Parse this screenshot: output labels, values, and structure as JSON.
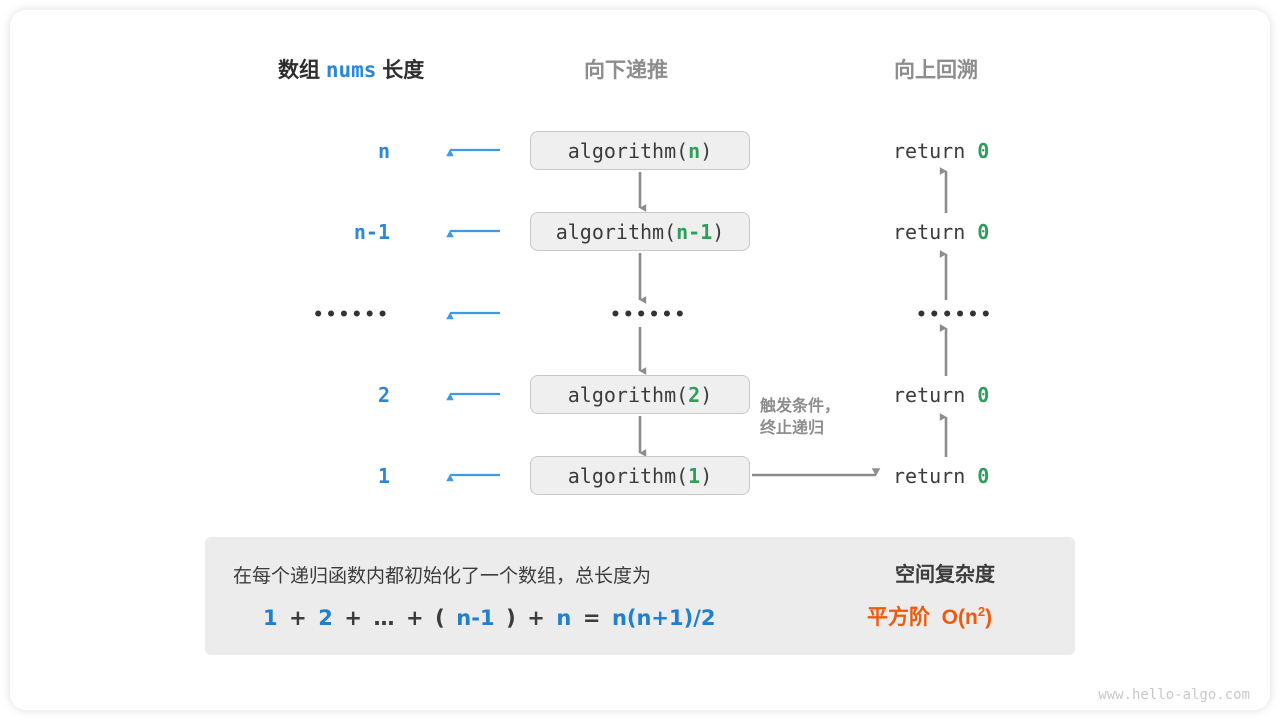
{
  "headers": {
    "left_prefix": "数组",
    "left_code": "nums",
    "left_suffix": "长度",
    "middle": "向下递推",
    "right": "向上回溯"
  },
  "colors": {
    "blue": "#2b87d9",
    "green": "#2e9e5b",
    "orange": "#ef5b0c",
    "gray": "#8d8d8d",
    "dark": "#3c3c3c",
    "panel_bg": "#ececec",
    "box_bg": "#efefef",
    "box_border": "#c8c8c8"
  },
  "rows": [
    {
      "length": "n",
      "call_name": "algorithm(",
      "call_arg": "n",
      "call_close": ")",
      "ret_text": "return",
      "ret_value": "0",
      "is_dots": false
    },
    {
      "length": "n-1",
      "call_name": "algorithm(",
      "call_arg": "n-1",
      "call_close": ")",
      "ret_text": "return",
      "ret_value": "0",
      "is_dots": false
    },
    {
      "length": "••••••",
      "call_name": "••••••",
      "call_arg": "",
      "call_close": "",
      "ret_text": "••••••",
      "ret_value": "",
      "is_dots": true
    },
    {
      "length": "2",
      "call_name": "algorithm(",
      "call_arg": "2",
      "call_close": ")",
      "ret_text": "return",
      "ret_value": "0",
      "is_dots": false
    },
    {
      "length": "1",
      "call_name": "algorithm(",
      "call_arg": "1",
      "call_close": ")",
      "ret_text": "return",
      "ret_value": "0",
      "is_dots": false
    }
  ],
  "annotation": {
    "line1": "触发条件，",
    "line2": "终止递归"
  },
  "summary": {
    "description": "在每个递归函数内都初始化了一个数组，总长度为",
    "formula_parts": [
      {
        "t": "1",
        "blue": true
      },
      {
        "t": "+",
        "blue": false
      },
      {
        "t": "2",
        "blue": true
      },
      {
        "t": "+",
        "blue": false
      },
      {
        "t": "…",
        "blue": false
      },
      {
        "t": "+",
        "blue": false
      },
      {
        "t": "(",
        "blue": false
      },
      {
        "t": "n-1",
        "blue": true
      },
      {
        "t": ")",
        "blue": false
      },
      {
        "t": "+",
        "blue": false
      },
      {
        "t": "n",
        "blue": true
      },
      {
        "t": "=",
        "blue": false
      },
      {
        "t": "n(n+1)/2",
        "blue": true
      }
    ],
    "result_title": "空间复杂度",
    "result_order": "平方阶",
    "result_notation_base": "O(n",
    "result_notation_exp": "2",
    "result_notation_close": ")"
  },
  "watermark": "www.hello-algo.com"
}
